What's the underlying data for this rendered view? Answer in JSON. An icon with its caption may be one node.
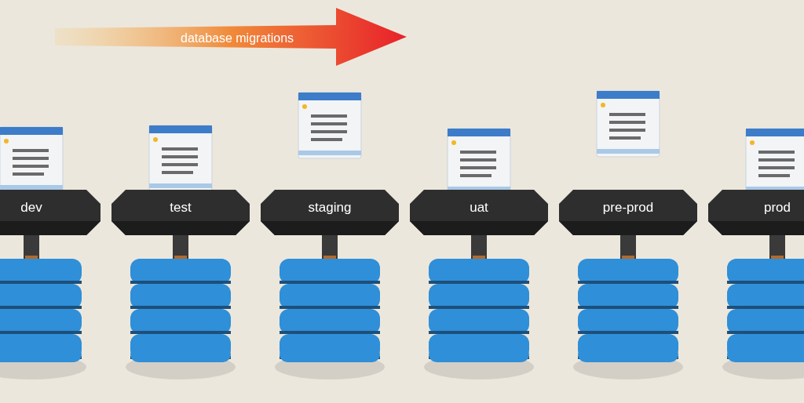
{
  "diagram": {
    "nodes": [
      {
        "text": [
          "dev"
        ]
      },
      {
        "text": [
          "test"
        ]
      },
      {
        "text": [
          "staging"
        ]
      },
      {
        "text": [
          "uat"
        ]
      },
      {
        "text": [
          "pre-prod"
        ]
      },
      {
        "text": [
          "prod"
        ]
      }
    ],
    "labels": [
      "database migrations"
    ]
  }
}
